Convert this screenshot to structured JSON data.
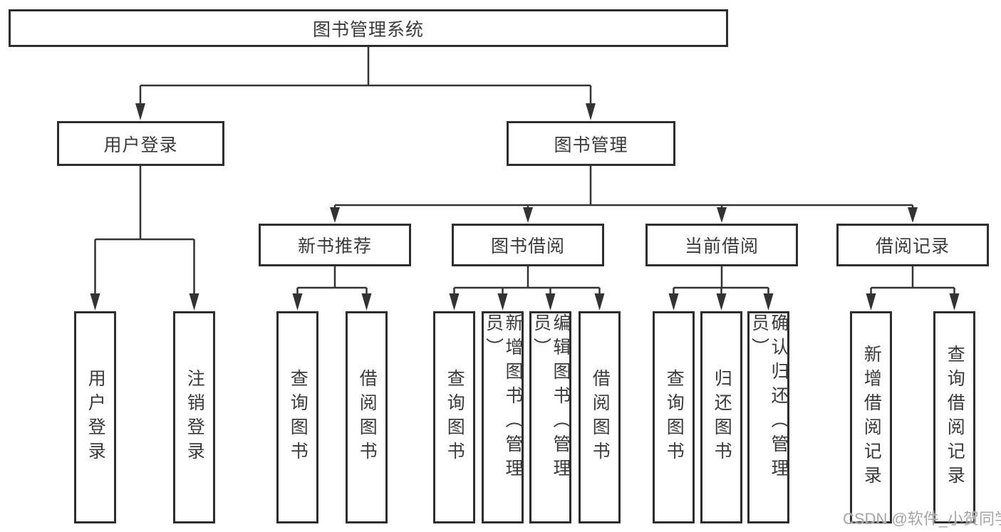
{
  "diagram": {
    "title": "图书管理系统",
    "nodes": {
      "root": "图书管理系统",
      "user_login": "用户登录",
      "book_mgmt": "图书管理",
      "new_book": "新书推荐",
      "borrowing": "图书借阅",
      "current": "当前借阅",
      "records": "借阅记录"
    },
    "leaves": {
      "user_login": [
        "用户登录",
        "注销登录"
      ],
      "new_book": [
        "查询图书",
        "借阅图书"
      ],
      "borrowing": [
        "查询图书",
        "新增图书（管理员）",
        "编辑图书（管理员）",
        "借阅图书"
      ],
      "current": [
        "查询图书",
        "归还图书",
        "确认归还（管理员）"
      ],
      "records": [
        "新增借阅记录",
        "查询借阅记录"
      ]
    }
  },
  "watermark": "CSDN @软件_小贺同学",
  "colors": {
    "line": "#333333",
    "box_border": "#2e2e2e",
    "text": "#3a3a3a",
    "background": "#ffffff",
    "watermark": "#a6a6a6"
  }
}
